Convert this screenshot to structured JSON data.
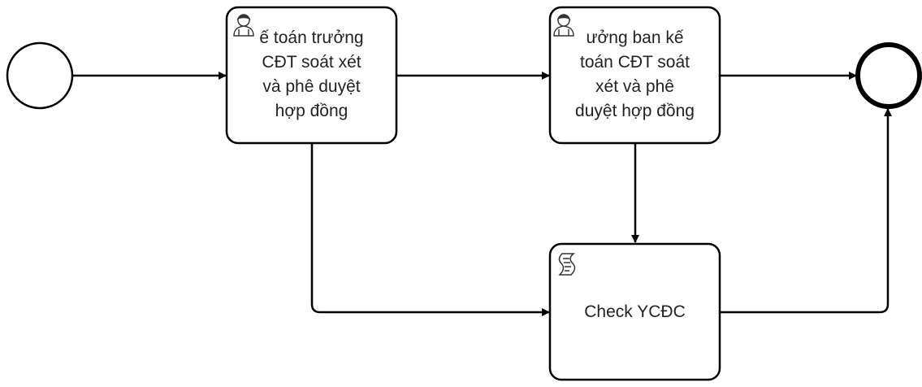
{
  "diagram": {
    "type": "bpmn-process",
    "stroke_color": "#000000",
    "text_color": "#222222",
    "nodes": {
      "start_event": {
        "kind": "start-event"
      },
      "task_1": {
        "kind": "user-task",
        "icon": "user-icon",
        "label": "ế toán trưởng\nCĐT soát xét\nvà phê duyệt\nhợp đồng"
      },
      "task_2": {
        "kind": "user-task",
        "icon": "user-icon",
        "label": "ưởng ban kế\ntoán CĐT soát\nxét và phê\nduyệt hợp đồng"
      },
      "task_3": {
        "kind": "script-task",
        "icon": "script-icon",
        "label": "Check YCĐC"
      },
      "end_event": {
        "kind": "end-event"
      }
    },
    "flows": [
      {
        "from": "start_event",
        "to": "task_1"
      },
      {
        "from": "task_1",
        "to": "task_2"
      },
      {
        "from": "task_2",
        "to": "end_event"
      },
      {
        "from": "task_1",
        "to": "task_3"
      },
      {
        "from": "task_2",
        "to": "task_3"
      },
      {
        "from": "task_3",
        "to": "end_event"
      }
    ]
  }
}
